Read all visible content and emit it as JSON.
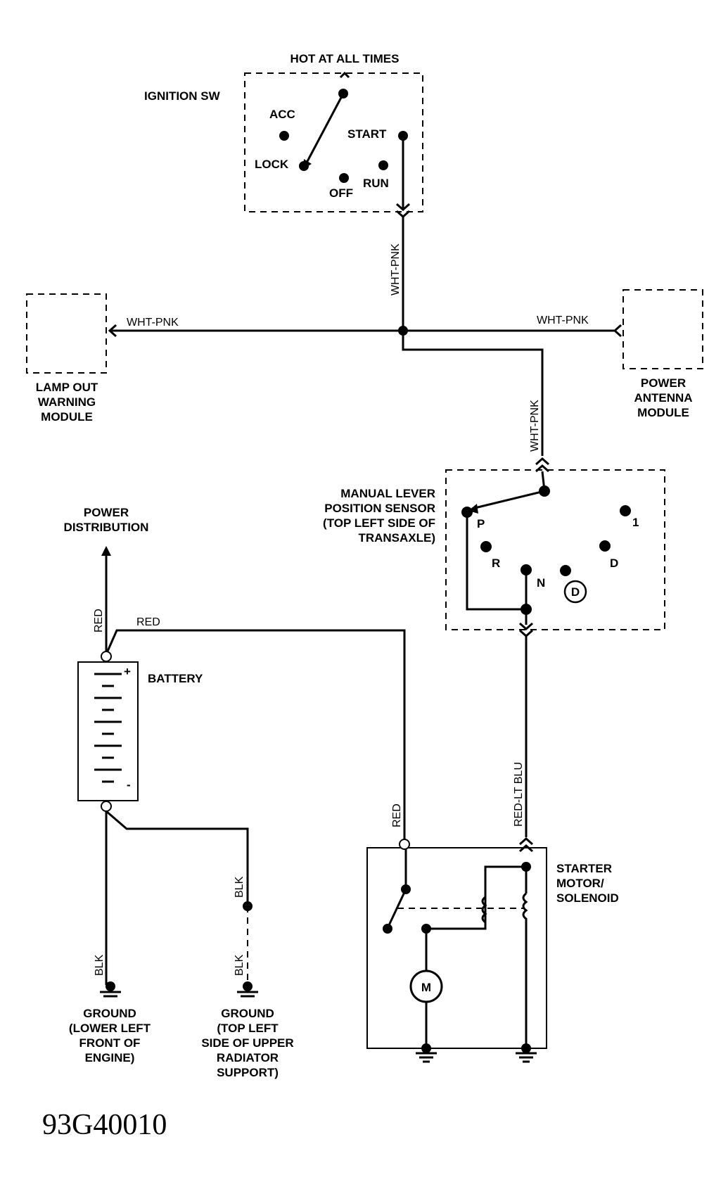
{
  "ignition_switch": {
    "hot_label": "HOT AT ALL TIMES",
    "title": "IGNITION SW",
    "positions": {
      "acc": "ACC",
      "start": "START",
      "lock": "LOCK",
      "off": "OFF",
      "run": "RUN"
    }
  },
  "wires": {
    "wht_pnk": "WHT-PNK",
    "red": "RED",
    "blk": "BLK",
    "red_lt_blu": "RED-LT BLU"
  },
  "lamp_out_module": {
    "lines": [
      "LAMP OUT",
      "WARNING",
      "MODULE"
    ]
  },
  "power_antenna_module": {
    "lines": [
      "POWER",
      "ANTENNA",
      "MODULE"
    ]
  },
  "manual_lever_sensor": {
    "lines": [
      "MANUAL LEVER",
      "POSITION SENSOR",
      "(TOP LEFT SIDE OF",
      "TRANSAXLE)"
    ],
    "positions": {
      "p": "P",
      "r": "R",
      "n": "N",
      "d": "D",
      "d_circle": "D",
      "one": "1"
    }
  },
  "power_distribution": {
    "lines": [
      "POWER",
      "DISTRIBUTION"
    ]
  },
  "battery": {
    "label": "BATTERY",
    "plus": "+",
    "minus": "-"
  },
  "starter": {
    "lines": [
      "STARTER",
      "MOTOR/",
      "SOLENOID"
    ],
    "motor_symbol": "M"
  },
  "ground_1": {
    "lines": [
      "GROUND",
      "(LOWER LEFT",
      "FRONT OF",
      "ENGINE)"
    ]
  },
  "ground_2": {
    "lines": [
      "GROUND",
      "(TOP LEFT",
      "SIDE OF UPPER",
      "RADIATOR",
      "SUPPORT)"
    ]
  },
  "figure_id": "93G40010"
}
